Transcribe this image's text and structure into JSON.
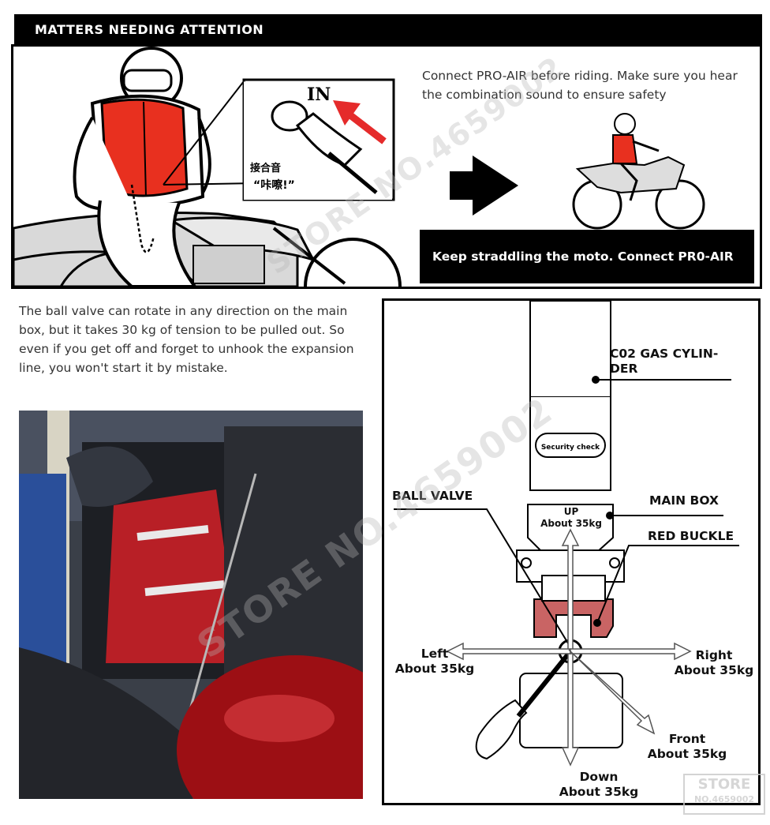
{
  "header": {
    "title": "MATTERS NEEDING ATTENTION"
  },
  "top_panel": {
    "callout_in": "IN",
    "callout_sound_title": "接合音",
    "callout_sound": "“咔嚓!”",
    "connect_text": "Connect PRO-AIR before riding. Make sure you hear the combination sound to ensure safety",
    "straddle_text": "Keep straddling the moto. Connect PR0-AIR"
  },
  "ball_valve_text": "The ball valve can rotate in any direction on the main box, but it takes 30 kg of tension to be pulled out. So even if you get off and forget to unhook the expansion line, you won't start it by mistake.",
  "diagram": {
    "co2_label": "C02 GAS CYLIN-\nDER",
    "security_check": "Security check",
    "ball_valve_label": "BALL VALVE",
    "main_box_label": "MAIN BOX",
    "red_buckle_label": "RED BUCKLE",
    "up_label": "UP",
    "up_value": "About 35kg",
    "left_label": "Left",
    "left_value": "About 35kg",
    "right_label": "Right",
    "right_value": "About 35kg",
    "front_label": "Front",
    "front_value": "About 35kg",
    "down_label": "Down",
    "down_value": "About 35kg"
  },
  "watermark": {
    "text": "STORE NO.4659002",
    "badge_line1": "STORE",
    "badge_line2": "NO.4659002"
  },
  "colors": {
    "vest_red": "#e8301f",
    "buckle_red": "#c96464",
    "arrow_red": "#e52b2b"
  }
}
